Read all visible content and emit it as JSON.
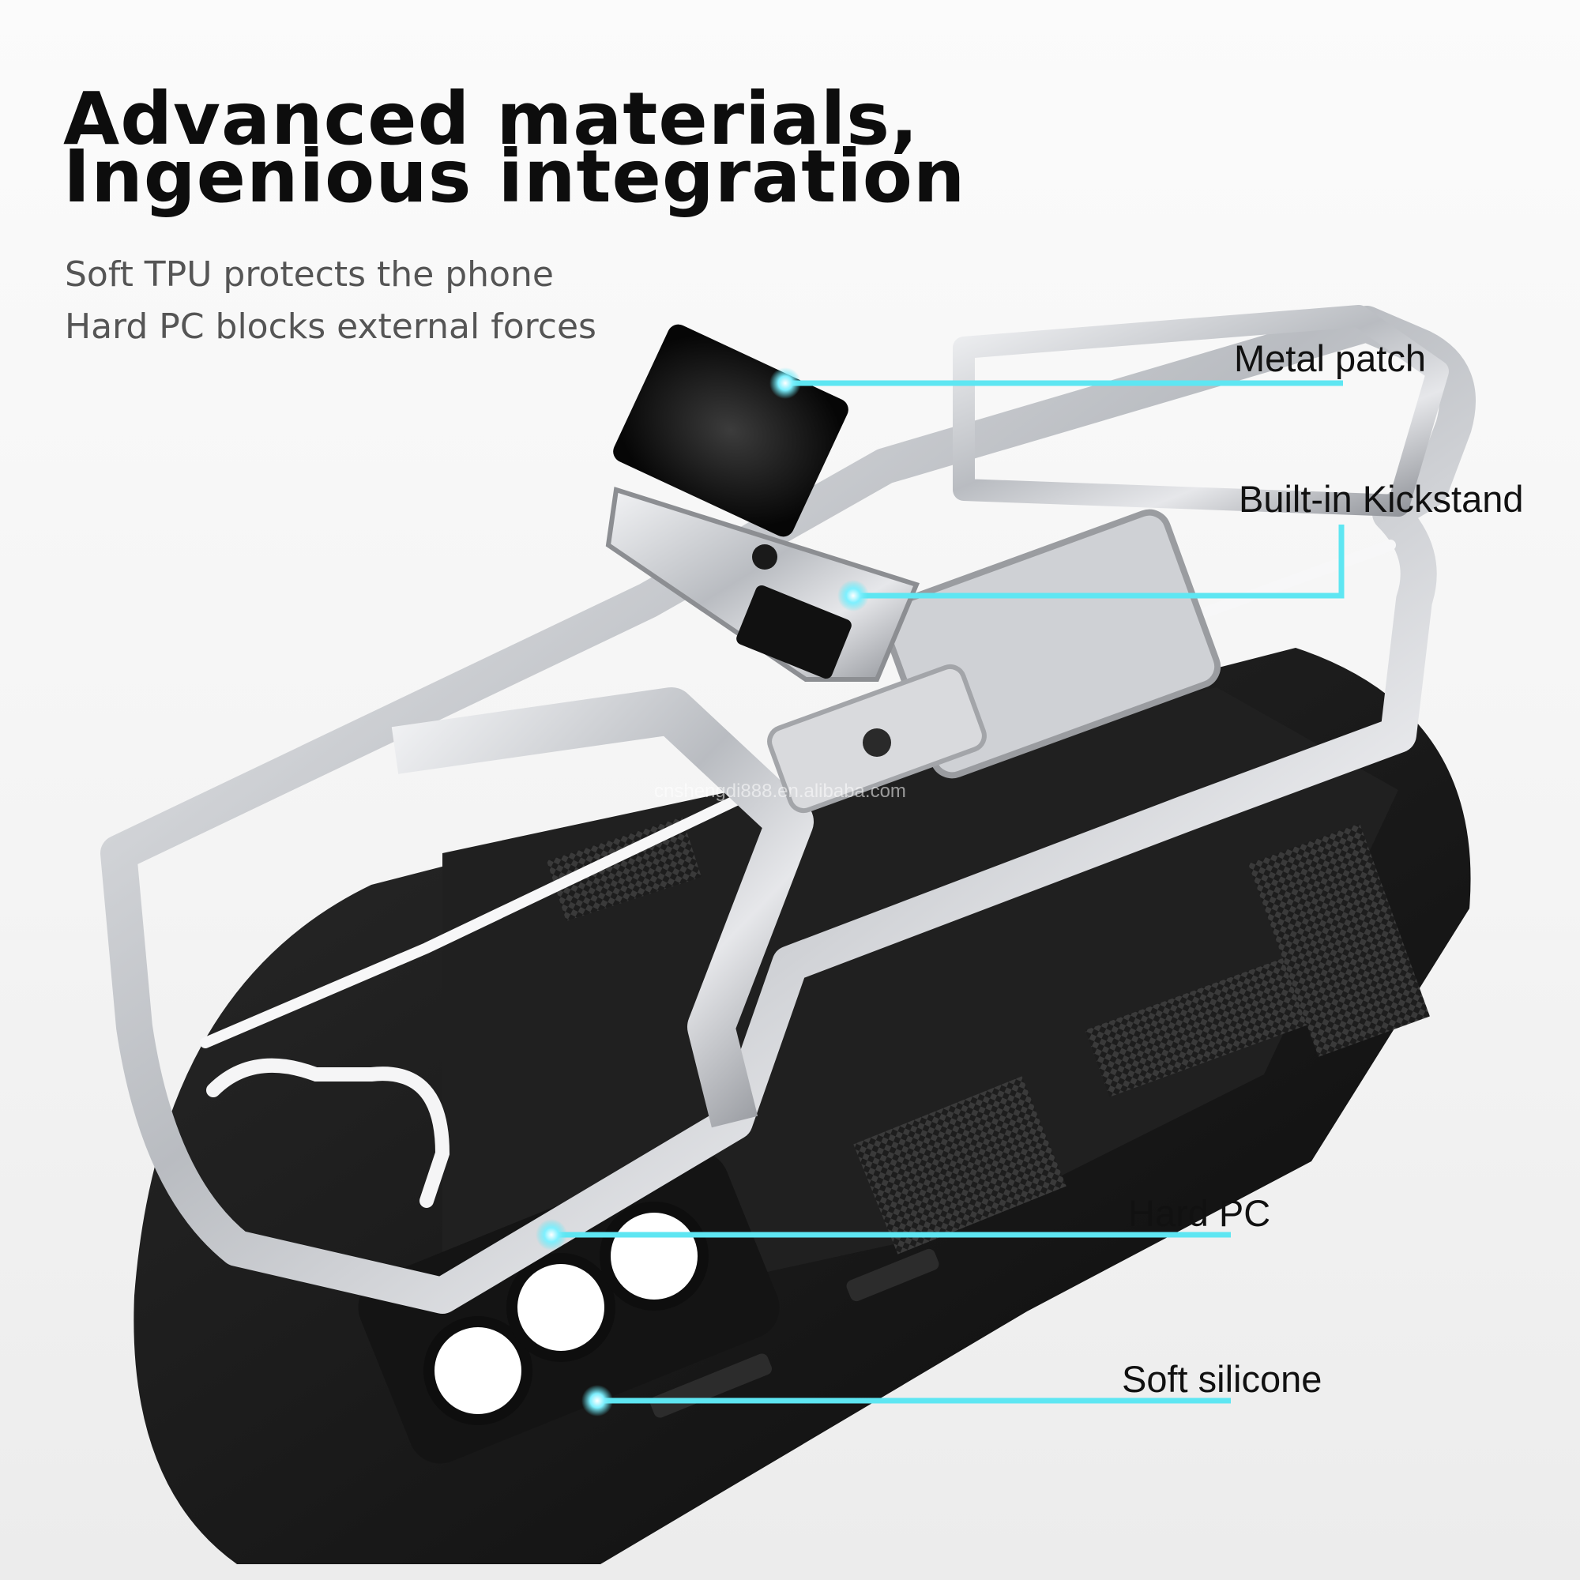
{
  "headline": {
    "line1": "Advanced materials,",
    "line2": "Ingenious integration"
  },
  "subheadline": {
    "line1": "Soft TPU protects the phone",
    "line2": "Hard PC blocks external forces"
  },
  "callouts": {
    "metal_patch": "Metal patch",
    "kickstand": "Built-in Kickstand",
    "hard_pc": "Hard PC",
    "soft_silicone": "Soft silicone"
  },
  "watermark": "cnshengdi888.en.alibaba.com",
  "colors": {
    "accent": "#5ee6f2",
    "frame_silver": "#c9ccd0",
    "case_black": "#161616",
    "text_dark": "#0d0d0d",
    "text_grey": "#555555"
  }
}
